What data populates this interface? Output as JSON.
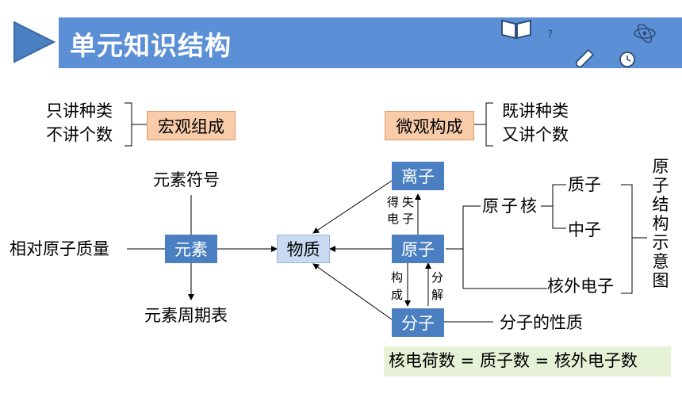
{
  "header": {
    "title": "单元知识结构"
  },
  "colors": {
    "header": "#5b8fd6",
    "node_blue": "#4a7fc1",
    "node_light": "#c9daf2",
    "orange_box": "#f8cba9",
    "formula_bg": "#e6f2d6"
  },
  "macro": {
    "line1": "只讲种类",
    "line2": "不讲个数",
    "box": "宏观组成"
  },
  "micro": {
    "box": "微观构成",
    "line1": "既讲种类",
    "line2": "又讲个数"
  },
  "nodes": {
    "element": "元素",
    "matter": "物质",
    "ion": "离子",
    "atom": "原子",
    "molecule": "分子"
  },
  "labels": {
    "element_symbol": "元素符号",
    "relative_atomic_mass": "相对原子质量",
    "periodic_table": "元素周期表",
    "nucleus": "原子核",
    "proton": "质子",
    "neutron": "中子",
    "electrons": "核外电子",
    "diagram_vertical": "原子结构示意图",
    "molecule_property": "分子的性质",
    "gain_lose": "得失",
    "electron": "电子",
    "compose": "构成",
    "decompose": "分解"
  },
  "formula": "核电荷数 = 质子数 = 核外电子数",
  "icons": [
    "play-triangle-icon",
    "book-icon",
    "question-mark-icon",
    "atom-icon",
    "test-tube-icon",
    "alarm-clock-icon"
  ]
}
